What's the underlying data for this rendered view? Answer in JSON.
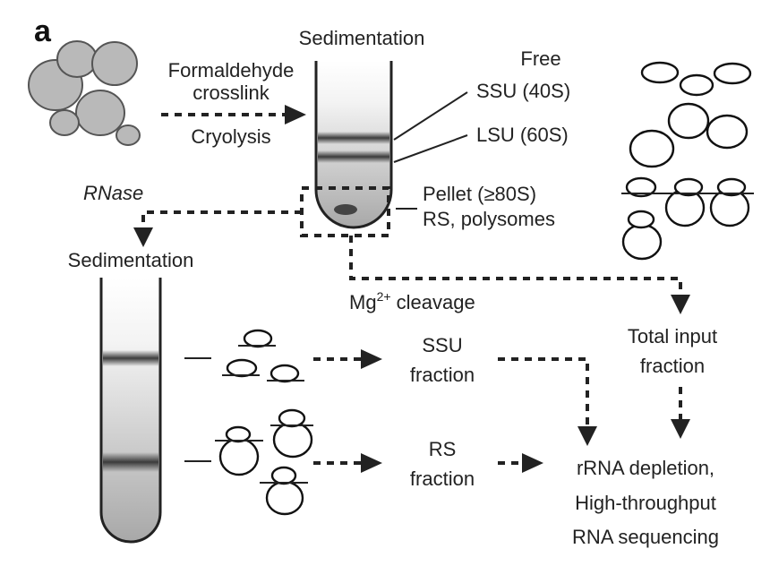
{
  "panel_label": "a",
  "labels": {
    "sedimentation_top": "Sedimentation",
    "formaldehyde": "Formaldehyde",
    "crosslink": "crosslink",
    "cryolysis": "Cryolysis",
    "free": "Free",
    "ssu_40s": "SSU (40S)",
    "lsu_60s": "LSU (60S)",
    "pellet": "Pellet (≥80S)",
    "rs_polysomes": "RS, polysomes",
    "rnase": "RNase",
    "sedimentation_left": "Sedimentation",
    "mg": "Mg",
    "mg_charge": "2+",
    "cleavage": " cleavage",
    "ssu": "SSU",
    "fraction_ssu": "fraction",
    "rs": "RS",
    "fraction_rs": "fraction",
    "total_input": "Total input",
    "fraction_total": "fraction",
    "rrna_depletion": "rRNA depletion,",
    "high_throughput": "High-throughput",
    "rna_sequencing": "RNA sequencing"
  },
  "colors": {
    "cells": "#b9b9b9",
    "bands": "#333333",
    "ink": "#222222"
  }
}
